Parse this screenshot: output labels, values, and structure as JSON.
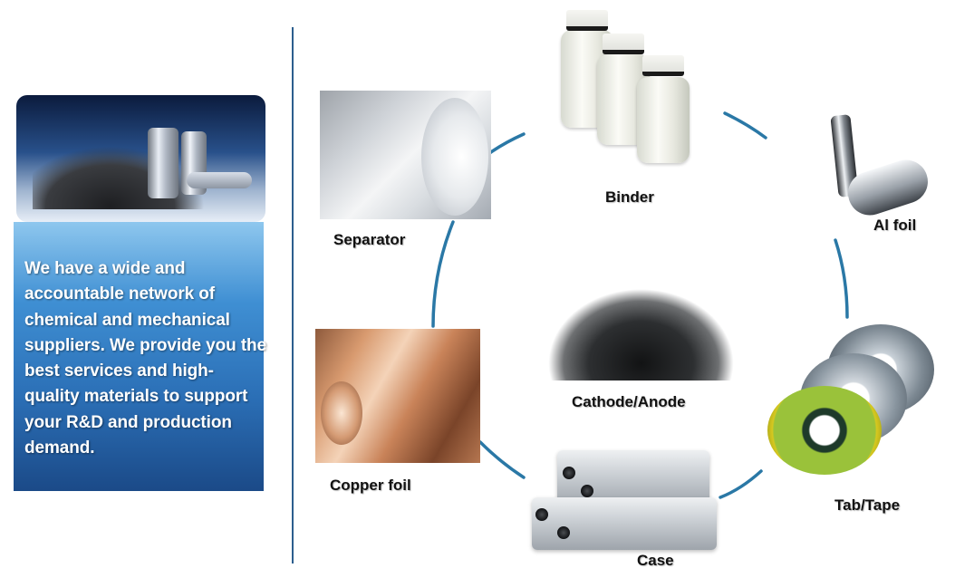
{
  "info_panel": {
    "text": "We have a wide and accountable network of chemical and mechanical suppliers. We provide you the best services and high-quality materials to support your R&D and production demand."
  },
  "materials": [
    {
      "id": "binder",
      "label": "Binder"
    },
    {
      "id": "separator",
      "label": "Separator"
    },
    {
      "id": "al-foil",
      "label": "Al foil"
    },
    {
      "id": "cathode-anode",
      "label": "Cathode/Anode"
    },
    {
      "id": "copper-foil",
      "label": "Copper foil"
    },
    {
      "id": "tab-tape",
      "label": "Tab/Tape"
    },
    {
      "id": "case",
      "label": "Case"
    }
  ],
  "colors": {
    "panel_blue": "#2b6fb6",
    "arc_blue": "#2a78a6",
    "divider": "#2c5e8e"
  }
}
